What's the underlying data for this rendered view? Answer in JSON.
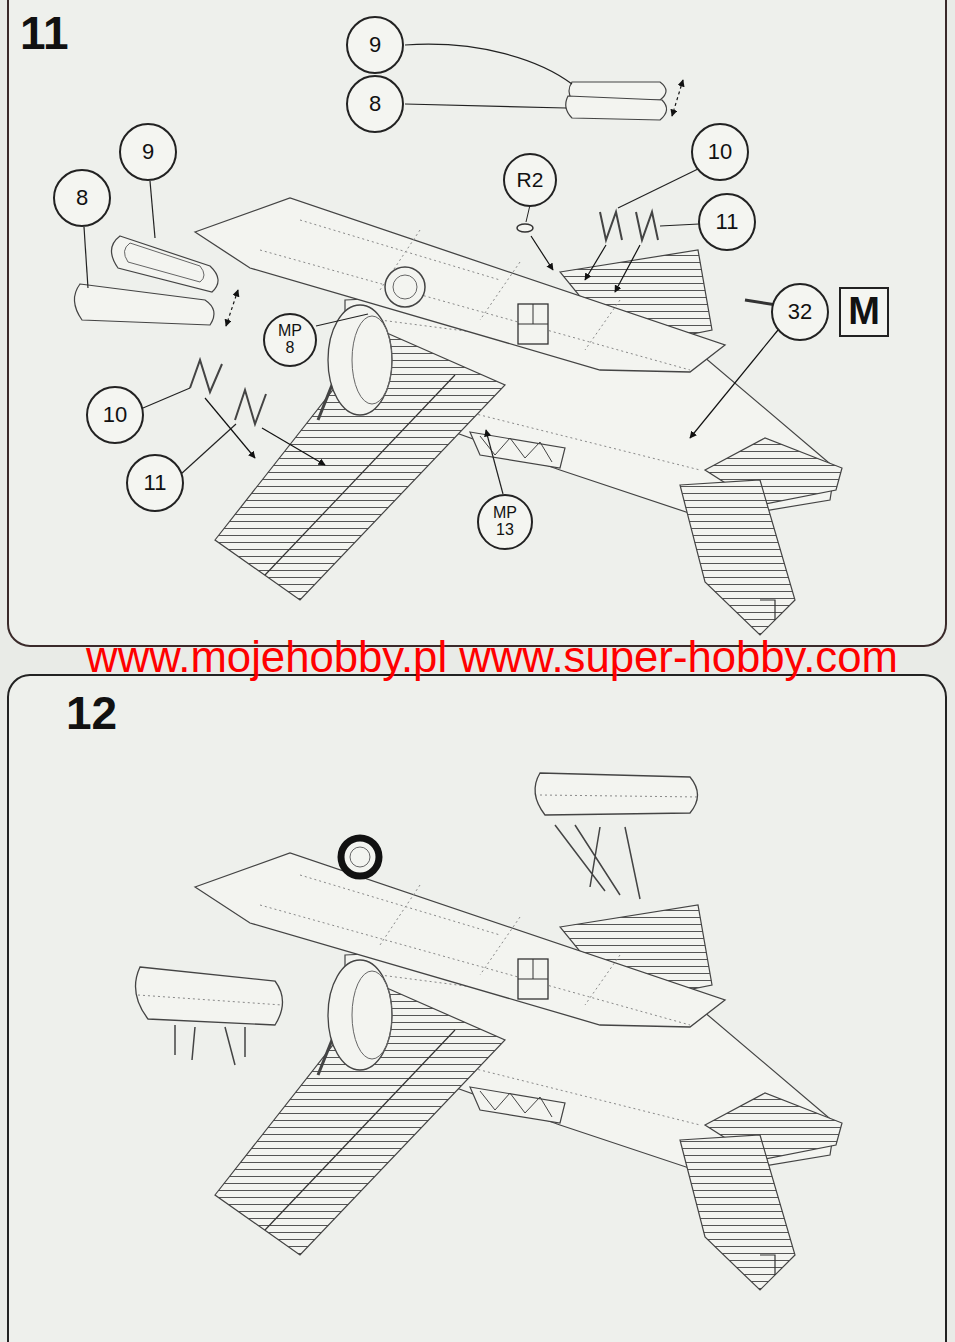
{
  "diagram": {
    "nodes": [
      {
        "text": [
          "9"
        ]
      },
      {
        "text": [
          "8"
        ]
      },
      {
        "text": [
          "9"
        ]
      },
      {
        "text": [
          "10"
        ]
      },
      {
        "text": [
          "R2"
        ]
      },
      {
        "text": [
          "8"
        ]
      },
      {
        "text": [
          "11"
        ]
      },
      {
        "text": [
          "32"
        ]
      },
      {
        "text": [
          "M"
        ]
      },
      {
        "text": [
          "MP 8"
        ]
      },
      {
        "text": [
          "10"
        ]
      },
      {
        "text": [
          "11"
        ]
      },
      {
        "text": [
          "MP 13"
        ]
      }
    ],
    "labels": [
      "11",
      "www.mojehobby.pl www.super-hobby.com",
      "12"
    ]
  }
}
